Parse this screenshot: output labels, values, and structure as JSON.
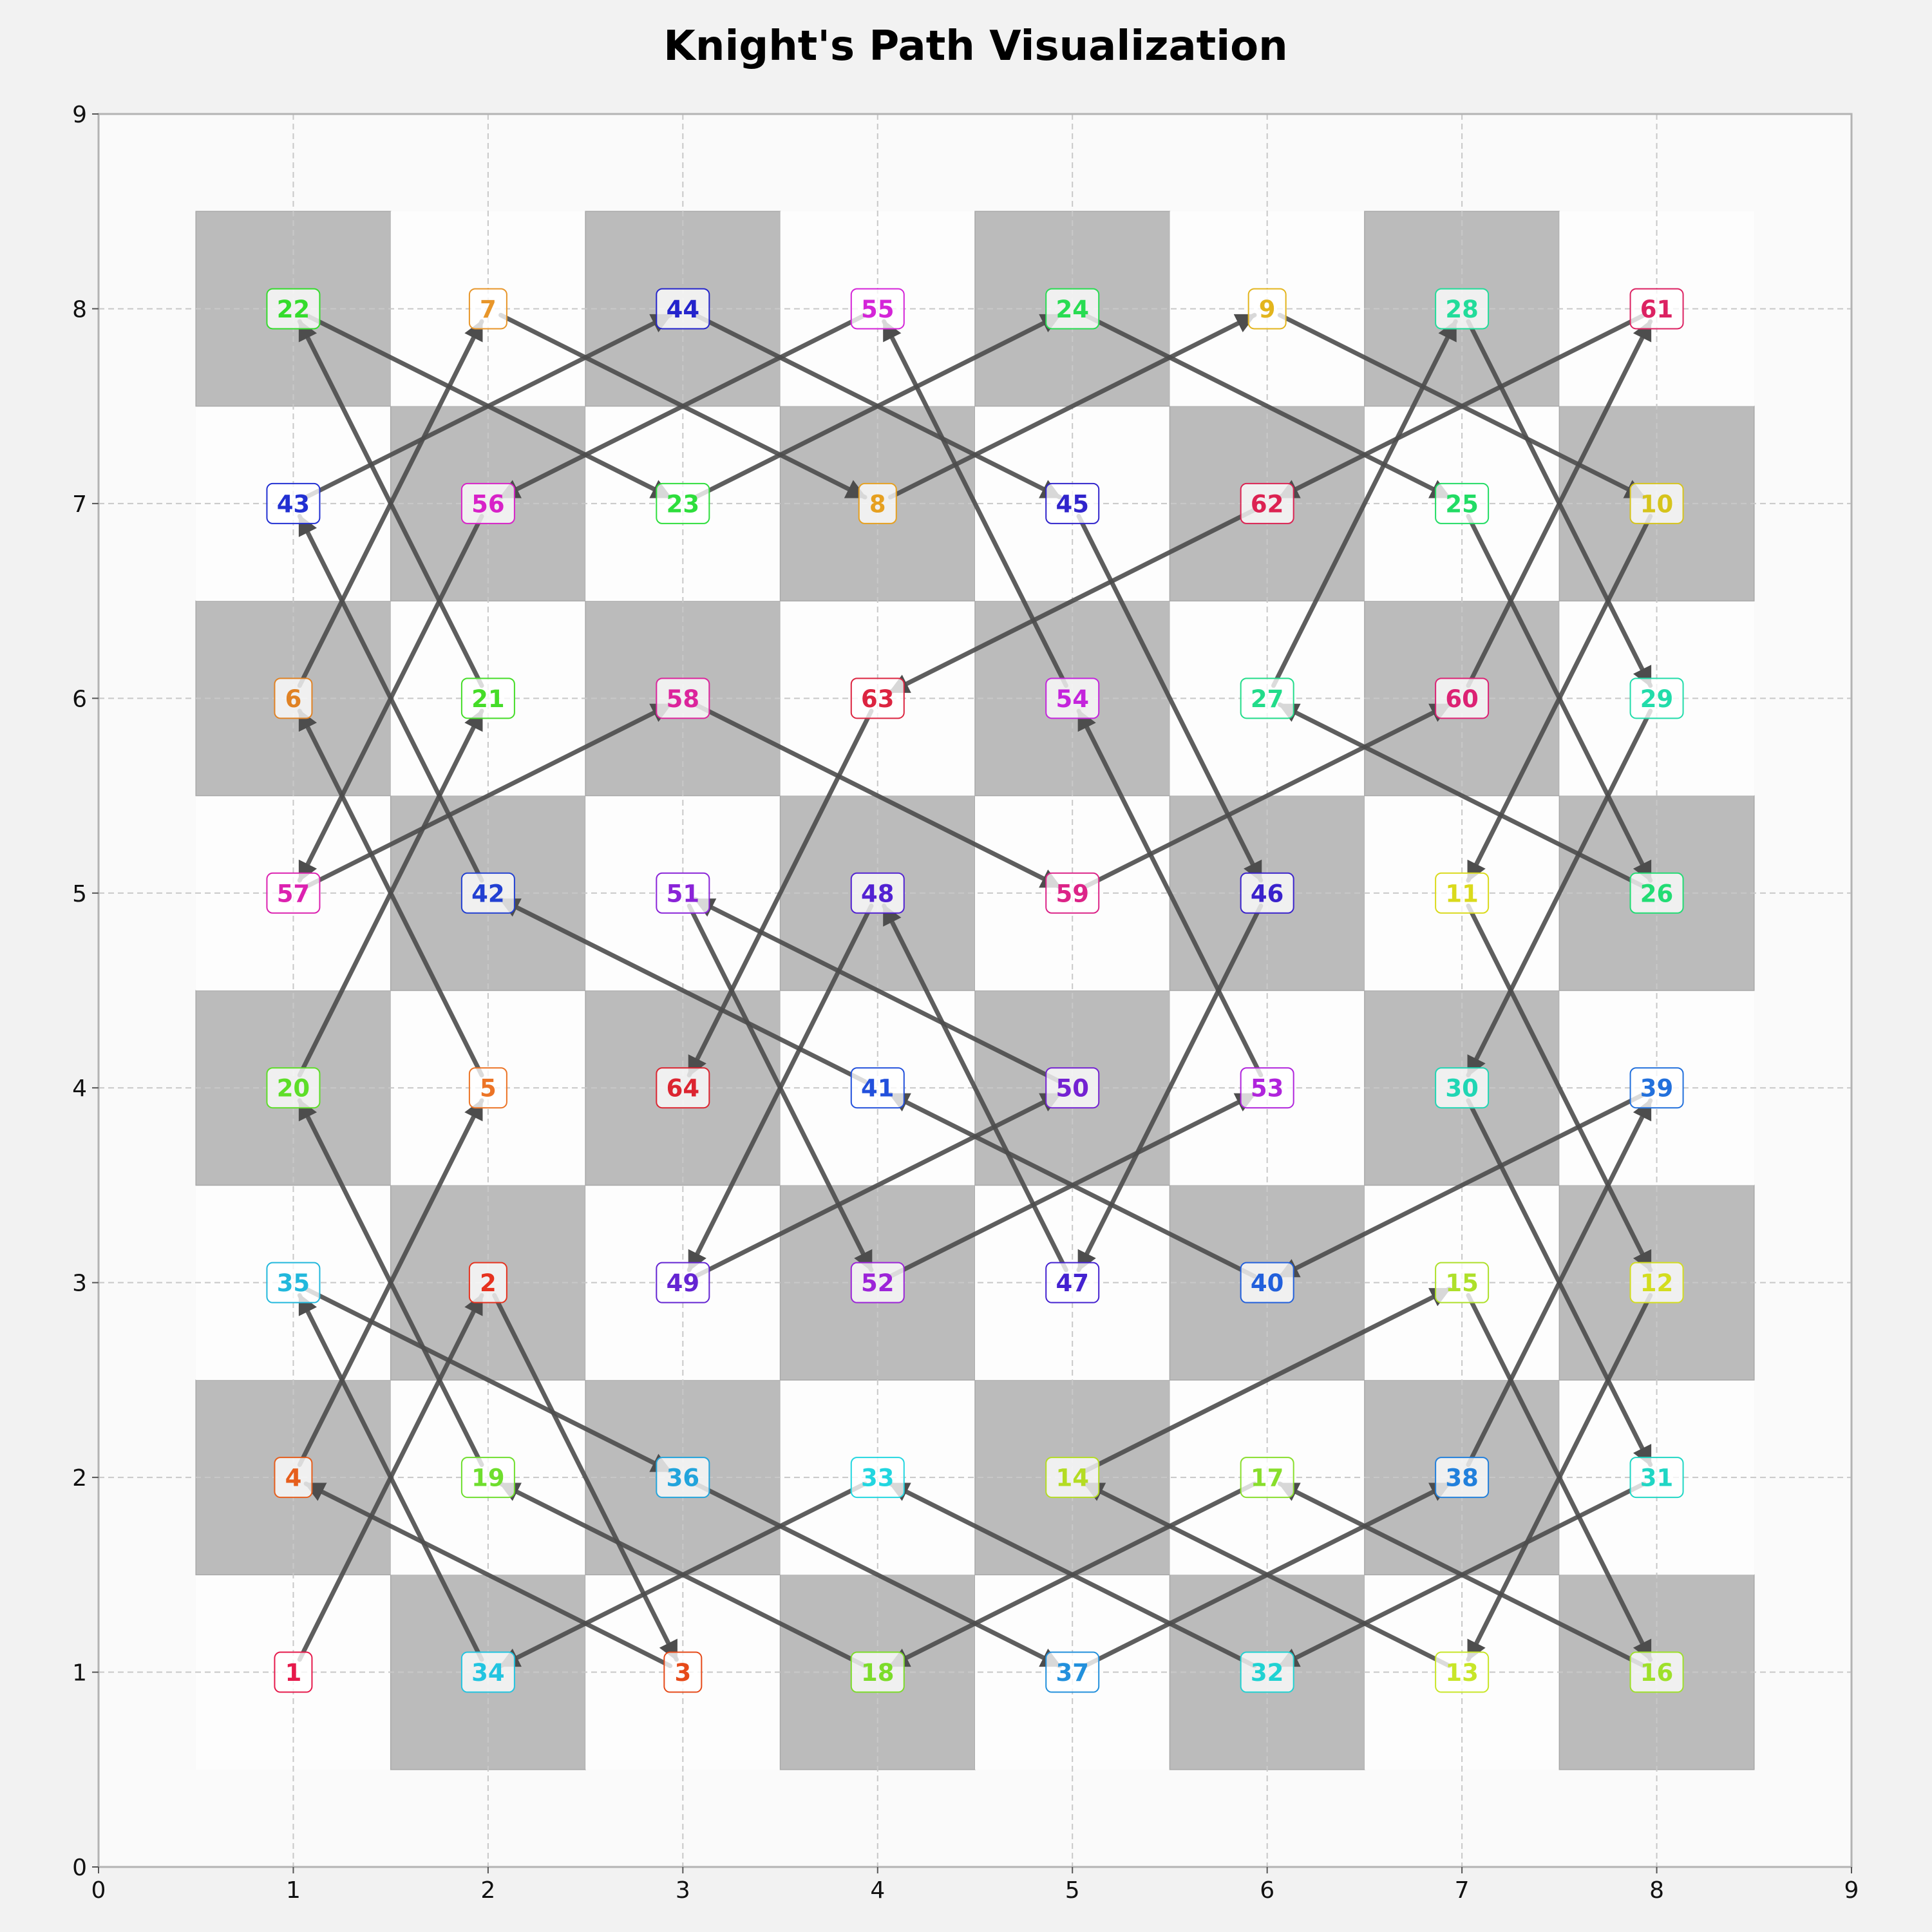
{
  "chart_data": {
    "type": "line",
    "title": "Knight's Path Visualization",
    "xlabel": "",
    "ylabel": "",
    "xlim": [
      0,
      9
    ],
    "ylim": [
      0,
      9
    ],
    "x_ticks": [
      "0",
      "1",
      "2",
      "3",
      "4",
      "5",
      "6",
      "7",
      "8",
      "9"
    ],
    "y_ticks": [
      "0",
      "1",
      "2",
      "3",
      "4",
      "5",
      "6",
      "7",
      "8",
      "9"
    ],
    "grid": true,
    "board": {
      "size": 8,
      "dark_square_color": "#bbbbbb",
      "light_square_color": "#fdfdfd",
      "square_a1": "light"
    },
    "path_line_color": "#4d4d4d",
    "path": [
      {
        "step": "1",
        "x": 1,
        "y": 1,
        "color": "#e6194b"
      },
      {
        "step": "2",
        "x": 2,
        "y": 3,
        "color": "#e6321f"
      },
      {
        "step": "3",
        "x": 3,
        "y": 1,
        "color": "#e64a19"
      },
      {
        "step": "4",
        "x": 1,
        "y": 2,
        "color": "#e65e1c"
      },
      {
        "step": "5",
        "x": 2,
        "y": 4,
        "color": "#ec7426"
      },
      {
        "step": "6",
        "x": 1,
        "y": 6,
        "color": "#e08224"
      },
      {
        "step": "7",
        "x": 2,
        "y": 8,
        "color": "#e8962a"
      },
      {
        "step": "8",
        "x": 4,
        "y": 7,
        "color": "#e6a020"
      },
      {
        "step": "9",
        "x": 6,
        "y": 8,
        "color": "#e3b51e"
      },
      {
        "step": "10",
        "x": 8,
        "y": 7,
        "color": "#d6c41c"
      },
      {
        "step": "11",
        "x": 7,
        "y": 5,
        "color": "#dada1c"
      },
      {
        "step": "12",
        "x": 8,
        "y": 3,
        "color": "#d3dd1f"
      },
      {
        "step": "13",
        "x": 7,
        "y": 1,
        "color": "#c8e628"
      },
      {
        "step": "14",
        "x": 5,
        "y": 2,
        "color": "#b4dc23"
      },
      {
        "step": "15",
        "x": 7,
        "y": 3,
        "color": "#aee02a"
      },
      {
        "step": "16",
        "x": 8,
        "y": 1,
        "color": "#9ee02a"
      },
      {
        "step": "17",
        "x": 6,
        "y": 2,
        "color": "#88de2c"
      },
      {
        "step": "18",
        "x": 4,
        "y": 1,
        "color": "#7cdc2a"
      },
      {
        "step": "19",
        "x": 2,
        "y": 2,
        "color": "#6fde2e"
      },
      {
        "step": "20",
        "x": 1,
        "y": 4,
        "color": "#5dde28"
      },
      {
        "step": "21",
        "x": 2,
        "y": 6,
        "color": "#45dc28"
      },
      {
        "step": "22",
        "x": 1,
        "y": 8,
        "color": "#34dc2c"
      },
      {
        "step": "23",
        "x": 3,
        "y": 7,
        "color": "#2ede3c"
      },
      {
        "step": "24",
        "x": 5,
        "y": 8,
        "color": "#28dc52"
      },
      {
        "step": "25",
        "x": 7,
        "y": 7,
        "color": "#22dc64"
      },
      {
        "step": "26",
        "x": 8,
        "y": 5,
        "color": "#22dc74"
      },
      {
        "step": "27",
        "x": 6,
        "y": 6,
        "color": "#22dc8a"
      },
      {
        "step": "28",
        "x": 7,
        "y": 8,
        "color": "#22dc9a"
      },
      {
        "step": "29",
        "x": 8,
        "y": 6,
        "color": "#22dcaa"
      },
      {
        "step": "30",
        "x": 7,
        "y": 4,
        "color": "#20d6b4"
      },
      {
        "step": "31",
        "x": 8,
        "y": 2,
        "color": "#20d6c4"
      },
      {
        "step": "32",
        "x": 6,
        "y": 1,
        "color": "#20d2d2"
      },
      {
        "step": "33",
        "x": 4,
        "y": 2,
        "color": "#22d6e0"
      },
      {
        "step": "34",
        "x": 2,
        "y": 1,
        "color": "#22c4e0"
      },
      {
        "step": "35",
        "x": 1,
        "y": 3,
        "color": "#22b8dc"
      },
      {
        "step": "36",
        "x": 3,
        "y": 2,
        "color": "#22a4dc"
      },
      {
        "step": "37",
        "x": 5,
        "y": 1,
        "color": "#2290dc"
      },
      {
        "step": "38",
        "x": 7,
        "y": 2,
        "color": "#2280dc"
      },
      {
        "step": "39",
        "x": 8,
        "y": 4,
        "color": "#2270dc"
      },
      {
        "step": "40",
        "x": 6,
        "y": 3,
        "color": "#2260dc"
      },
      {
        "step": "41",
        "x": 4,
        "y": 4,
        "color": "#2250dc"
      },
      {
        "step": "42",
        "x": 2,
        "y": 5,
        "color": "#2240d2"
      },
      {
        "step": "43",
        "x": 1,
        "y": 7,
        "color": "#2230d2"
      },
      {
        "step": "44",
        "x": 3,
        "y": 8,
        "color": "#2424cc"
      },
      {
        "step": "45",
        "x": 5,
        "y": 7,
        "color": "#3024cc"
      },
      {
        "step": "46",
        "x": 6,
        "y": 5,
        "color": "#3a22cc"
      },
      {
        "step": "47",
        "x": 5,
        "y": 3,
        "color": "#4422d0"
      },
      {
        "step": "48",
        "x": 4,
        "y": 5,
        "color": "#5222d2"
      },
      {
        "step": "49",
        "x": 3,
        "y": 3,
        "color": "#6424d2"
      },
      {
        "step": "50",
        "x": 5,
        "y": 4,
        "color": "#7422d2"
      },
      {
        "step": "51",
        "x": 3,
        "y": 5,
        "color": "#8a24d8"
      },
      {
        "step": "52",
        "x": 4,
        "y": 3,
        "color": "#9c24d8"
      },
      {
        "step": "53",
        "x": 6,
        "y": 4,
        "color": "#b024dc"
      },
      {
        "step": "54",
        "x": 5,
        "y": 6,
        "color": "#c424dc"
      },
      {
        "step": "55",
        "x": 4,
        "y": 8,
        "color": "#d424d8"
      },
      {
        "step": "56",
        "x": 2,
        "y": 7,
        "color": "#d822c8"
      },
      {
        "step": "57",
        "x": 1,
        "y": 5,
        "color": "#dc22b0"
      },
      {
        "step": "58",
        "x": 3,
        "y": 6,
        "color": "#dc249c"
      },
      {
        "step": "59",
        "x": 5,
        "y": 5,
        "color": "#dc2488"
      },
      {
        "step": "60",
        "x": 7,
        "y": 6,
        "color": "#dc2274"
      },
      {
        "step": "61",
        "x": 8,
        "y": 8,
        "color": "#dc2262"
      },
      {
        "step": "62",
        "x": 6,
        "y": 7,
        "color": "#dc2252"
      },
      {
        "step": "63",
        "x": 4,
        "y": 6,
        "color": "#dc2440"
      },
      {
        "step": "64",
        "x": 3,
        "y": 4,
        "color": "#dc2430"
      }
    ]
  }
}
